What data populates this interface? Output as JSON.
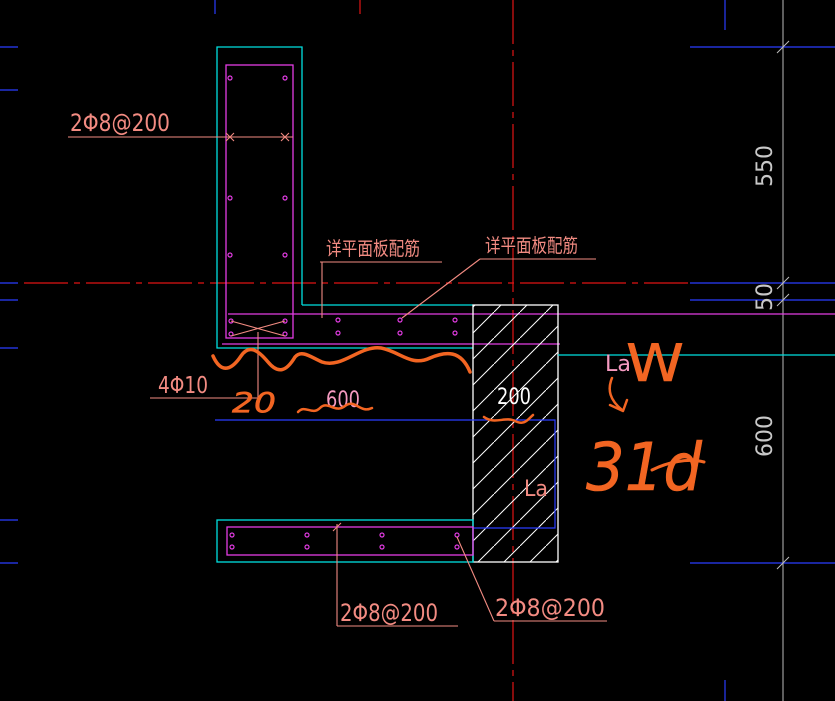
{
  "colors": {
    "background": "#000000",
    "cyan": "#00e0e0",
    "magenta": "#e33ce3",
    "salmon": "#f28b82",
    "pink": "#f59ac0",
    "axis": "#e01414",
    "grid": "#2a3cff",
    "marker": "#f26522"
  },
  "labels": {
    "wall_rebar": "2Φ8@200",
    "slab_note_left": "详平面板配筋",
    "slab_note_right": "详平面板配筋",
    "corner_bars": "4Φ10",
    "slab_width": "600",
    "column_width": "200",
    "anchor_label_right": "La",
    "anchor_label_column": "La",
    "bottom_rebar_left": "2Φ8@200",
    "bottom_rebar_right": "2Φ8@200"
  },
  "dimensions": {
    "upper": "550",
    "middle": "50",
    "lower": "600"
  },
  "handwritten_notes": {
    "wall_width": "20",
    "top_right": "W",
    "anchor_length": "31d"
  }
}
